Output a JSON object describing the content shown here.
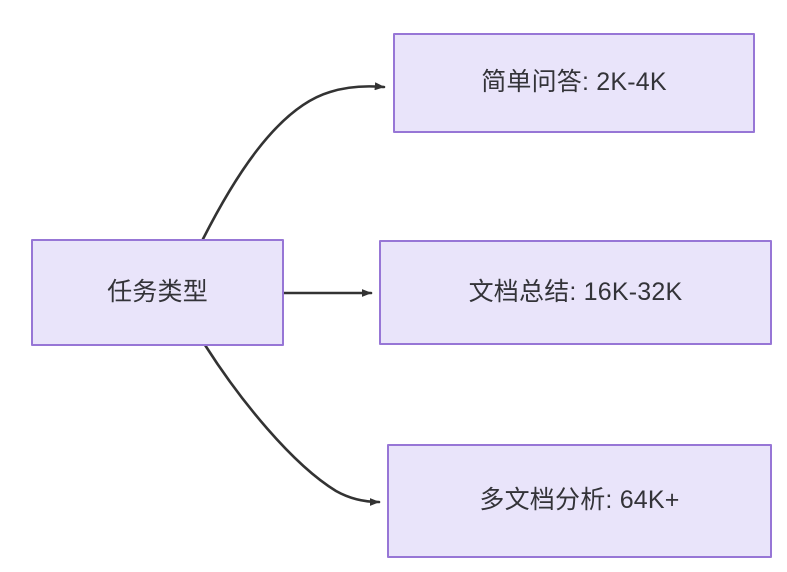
{
  "diagram": {
    "type": "flowchart",
    "direction": "left-to-right",
    "background_color": "#ffffff",
    "node_fill_color": "#e9e4fa",
    "node_border_color": "#9776d6",
    "node_text_color": "#333338",
    "edge_color": "#333333",
    "root": {
      "id": "task-type",
      "label": "任务类型"
    },
    "nodes": [
      {
        "id": "simple-qa",
        "label": "简单问答: 2K-4K"
      },
      {
        "id": "doc-summary",
        "label": "文档总结: 16K-32K"
      },
      {
        "id": "multi-doc-analysis",
        "label": "多文档分析: 64K+"
      }
    ],
    "edges": [
      {
        "from": "task-type",
        "to": "simple-qa",
        "style": "curved",
        "arrow": "arrowhead-icon"
      },
      {
        "from": "task-type",
        "to": "doc-summary",
        "style": "straight",
        "arrow": "arrowhead-icon"
      },
      {
        "from": "task-type",
        "to": "multi-doc-analysis",
        "style": "curved",
        "arrow": "arrowhead-icon"
      }
    ]
  }
}
